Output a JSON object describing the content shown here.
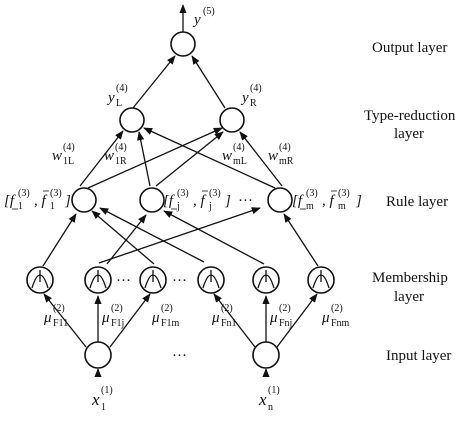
{
  "layers": {
    "output": "Output layer",
    "type_reduction_1": "Type-reduction",
    "type_reduction_2": "layer",
    "rule": "Rule layer",
    "membership_1": "Membership",
    "membership_2": "layer",
    "input": "Input layer"
  },
  "math": {
    "y_out": "y",
    "y_out_sup": "(5)",
    "y_l": "y",
    "y_l_sub": "L",
    "y_l_sup": "(4)",
    "y_r": "y",
    "y_r_sub": "R",
    "y_r_sup": "(4)",
    "w1l": "w",
    "w1l_sub": "1L",
    "w1l_sup": "(4)",
    "w1r": "w",
    "w1r_sub": "1R",
    "w1r_sup": "(4)",
    "wml": "w",
    "wml_sub": "mL",
    "wml_sup": "(4)",
    "wmr": "w",
    "wmr_sub": "mR",
    "wmr_sup": "(4)",
    "rule1": "[f",
    "rule1_sub": "1",
    "rule1_sup": "(3)",
    "rule1_b": ", f",
    "rule1_b_sub": "1",
    "rule1_b_sup": "(3)",
    "rule1_end": "]",
    "rulej": "[f",
    "rulej_sub": "j",
    "rulej_sup": "(3)",
    "rulej_b": ", f",
    "rulej_b_sub": "j",
    "rulej_b_sup": "(3)",
    "rulej_end": "]",
    "rulem": "[f",
    "rulem_sub": "m",
    "rulem_sup": "(3)",
    "rulem_b": ", f",
    "rulem_b_sub": "m",
    "rulem_b_sup": "(3)",
    "rulem_end": "]",
    "dots_rule": "···",
    "dots_mem_1": "···",
    "dots_mem_2": "···",
    "dots_input": "···",
    "mu1": "μ",
    "mu1_sub": "F11",
    "mu1_sup": "(2)",
    "mu2": "μ",
    "mu2_sub": "F1j",
    "mu2_sup": "(2)",
    "mu3": "μ",
    "mu3_sub": "F1m",
    "mu3_sup": "(2)",
    "mu4": "μ",
    "mu4_sub": "Fn1",
    "mu4_sup": "(2)",
    "mu5": "μ",
    "mu5_sub": "Fnj",
    "mu5_sup": "(2)",
    "mu6": "μ",
    "mu6_sub": "Fnm",
    "mu6_sup": "(2)",
    "x1": "x",
    "x1_sub": "1",
    "x1_sup": "(1)",
    "xn": "x",
    "xn_sub": "n",
    "xn_sup": "(1)"
  }
}
